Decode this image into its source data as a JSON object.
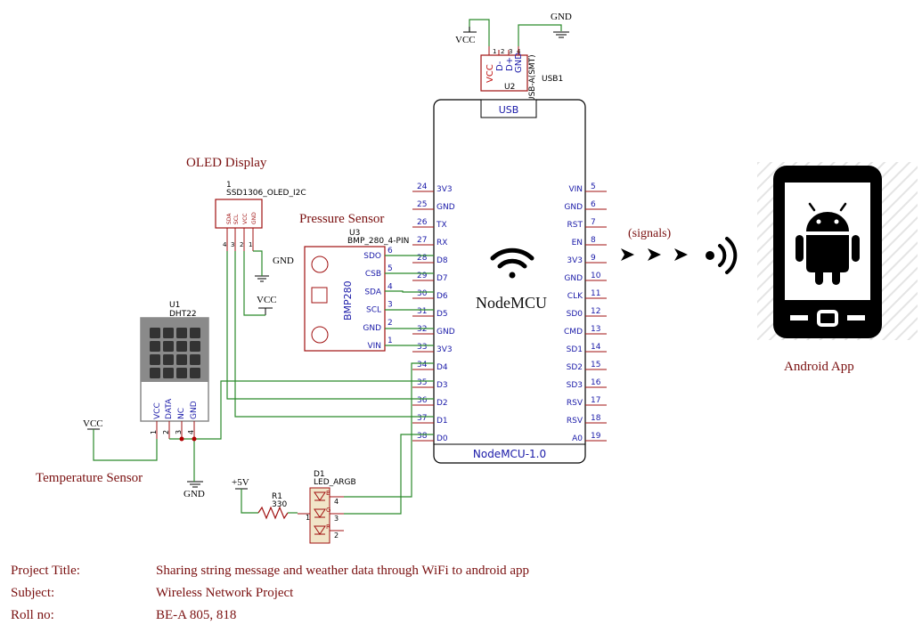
{
  "colors": {
    "wire": "#2b8a2b",
    "part_outline": "#a01010",
    "pin_text": "#1a1aa8",
    "title_text": "#7a1010",
    "body": "#000000"
  },
  "titles": {
    "oled": "OLED Display",
    "pressure": "Pressure Sensor",
    "temperature": "Temperature Sensor",
    "android": "Android App",
    "signals": "(signals)"
  },
  "power": {
    "vcc_top": "VCC",
    "gnd_top": "GND",
    "gnd_oled": "GND",
    "vcc_oled": "VCC",
    "vcc_temp": "VCC",
    "gnd_temp": "GND",
    "plus5v": "+5V"
  },
  "usb": {
    "ref": "U2",
    "name": "USB1",
    "type": "USB-A(SMT)",
    "pins": [
      "VCC",
      "D-",
      "D+",
      "GND"
    ],
    "pin_numbers": [
      "1",
      "2",
      "3",
      "4"
    ]
  },
  "nodemcu": {
    "center_label": "NodeMCU",
    "usb_label": "USB",
    "footer": "NodeMCU-1.0",
    "left_pins": [
      {
        "num": "24",
        "name": "3V3"
      },
      {
        "num": "25",
        "name": "GND"
      },
      {
        "num": "26",
        "name": "TX"
      },
      {
        "num": "27",
        "name": "RX"
      },
      {
        "num": "28",
        "name": "D8"
      },
      {
        "num": "29",
        "name": "D7"
      },
      {
        "num": "30",
        "name": "D6"
      },
      {
        "num": "31",
        "name": "D5"
      },
      {
        "num": "32",
        "name": "GND"
      },
      {
        "num": "33",
        "name": "3V3"
      },
      {
        "num": "34",
        "name": "D4"
      },
      {
        "num": "35",
        "name": "D3"
      },
      {
        "num": "36",
        "name": "D2"
      },
      {
        "num": "37",
        "name": "D1"
      },
      {
        "num": "38",
        "name": "D0"
      }
    ],
    "right_pins": [
      {
        "num": "5",
        "name": "VIN"
      },
      {
        "num": "6",
        "name": "GND"
      },
      {
        "num": "7",
        "name": "RST"
      },
      {
        "num": "8",
        "name": "EN"
      },
      {
        "num": "9",
        "name": "3V3"
      },
      {
        "num": "10",
        "name": "GND"
      },
      {
        "num": "11",
        "name": "CLK"
      },
      {
        "num": "12",
        "name": "SD0"
      },
      {
        "num": "13",
        "name": "CMD"
      },
      {
        "num": "14",
        "name": "SD1"
      },
      {
        "num": "15",
        "name": "SD2"
      },
      {
        "num": "16",
        "name": "SD3"
      },
      {
        "num": "17",
        "name": "RSV"
      },
      {
        "num": "18",
        "name": "RSV"
      },
      {
        "num": "19",
        "name": "A0"
      }
    ]
  },
  "oled": {
    "ref": "1",
    "part": "SSD1306_OLED_I2C",
    "pins": [
      "SDA",
      "SCL",
      "VCC",
      "GND"
    ],
    "pin_numbers": [
      "4",
      "3",
      "2",
      "1"
    ]
  },
  "bmp": {
    "ref": "U3",
    "part": "BMP_280_4-PIN",
    "body_label": "BMP280",
    "pins": [
      {
        "name": "SDO",
        "num": "6"
      },
      {
        "name": "CSB",
        "num": "5"
      },
      {
        "name": "SDA",
        "num": "4"
      },
      {
        "name": "SCL",
        "num": "3"
      },
      {
        "name": "GND",
        "num": "2"
      },
      {
        "name": "VIN",
        "num": "1"
      }
    ]
  },
  "dht": {
    "ref": "U1",
    "part": "DHT22",
    "pins": [
      {
        "name": "VCC",
        "num": "1"
      },
      {
        "name": "DATA",
        "num": "2"
      },
      {
        "name": "NC",
        "num": "3"
      },
      {
        "name": "GND",
        "num": "4"
      }
    ]
  },
  "resistor": {
    "ref": "R1",
    "value": "330"
  },
  "led": {
    "ref": "D1",
    "part": "LED_ARGB",
    "channels": [
      "B",
      "G",
      "R"
    ],
    "right_pins": [
      "4",
      "3",
      "2"
    ],
    "left_pin": "1"
  },
  "info": [
    {
      "label": "Project Title:",
      "value": "Sharing string message and weather data through WiFi to android app"
    },
    {
      "label": "Subject:",
      "value": "Wireless Network Project"
    },
    {
      "label": "Roll no:",
      "value": "BE-A 805, 818"
    }
  ],
  "icons": [
    "wifi-icon",
    "chevron-right-icon",
    "signal-waves-icon",
    "android-robot-icon",
    "smartphone-icon"
  ]
}
